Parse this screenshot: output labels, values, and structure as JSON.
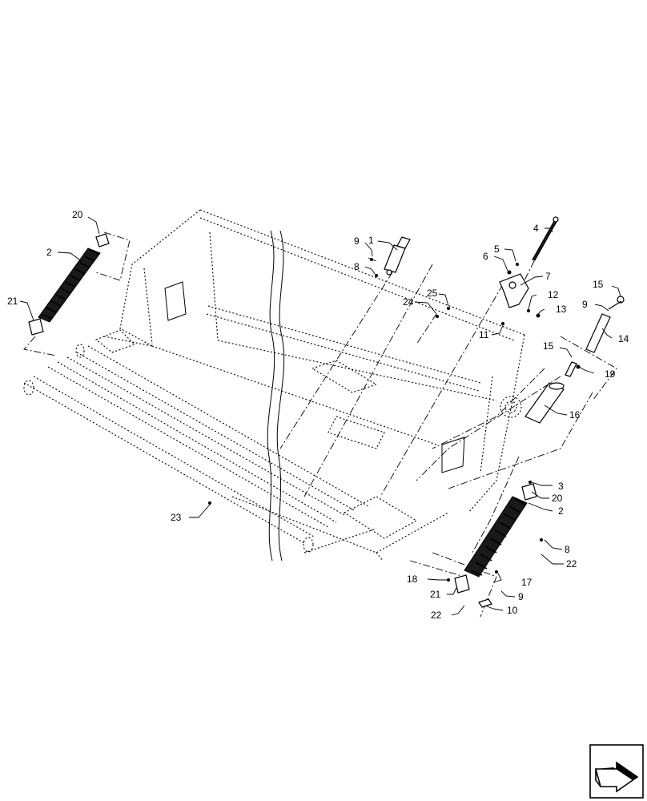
{
  "diagram": {
    "callouts": {
      "c1": "1",
      "c2a": "2",
      "c2b": "2",
      "c3": "3",
      "c4": "4",
      "c5": "5",
      "c6": "6",
      "c7": "7",
      "c8a": "8",
      "c8b": "8",
      "c9a": "9",
      "c9b": "9",
      "c9c": "9",
      "c10": "10",
      "c11": "11",
      "c12": "12",
      "c13": "13",
      "c14": "14",
      "c15a": "15",
      "c15b": "15",
      "c16": "16",
      "c17": "17",
      "c18": "18",
      "c19": "19",
      "c20a": "20",
      "c20b": "20",
      "c21a": "21",
      "c21b": "21",
      "c22a": "22",
      "c22b": "22",
      "c23": "23",
      "c24": "24",
      "c25": "25"
    },
    "nav_icon": "next-page-arrow-icon",
    "colors": {
      "ink": "#000000",
      "background": "#ffffff"
    }
  }
}
